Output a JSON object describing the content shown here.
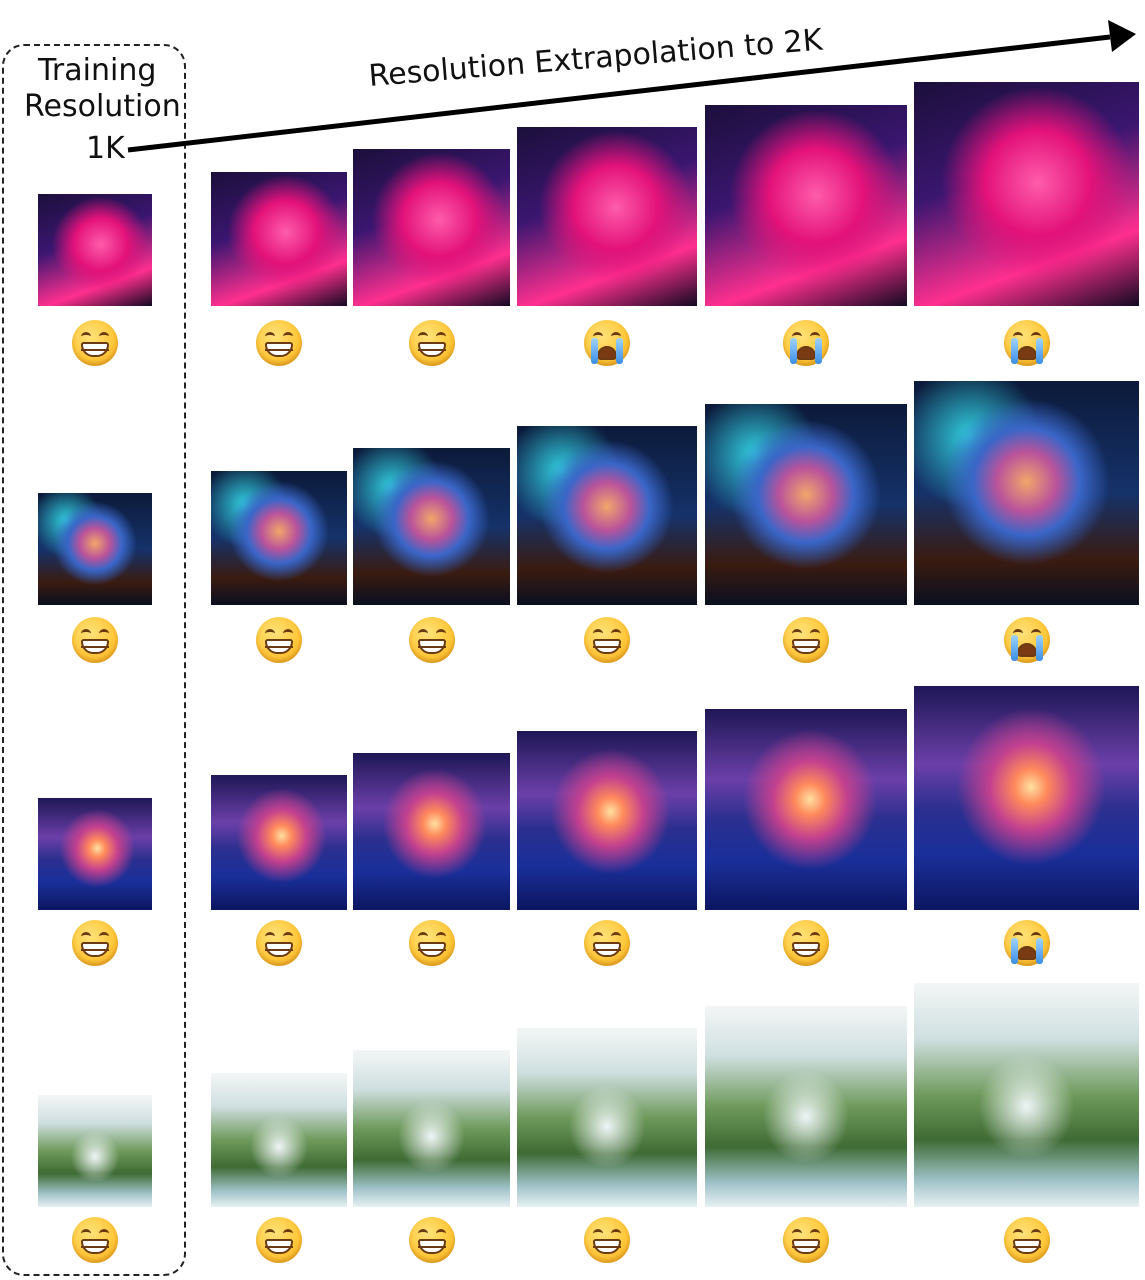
{
  "labels": {
    "training_line1": "Training",
    "training_line2": "Resolution",
    "training_line3": "1K",
    "extrapolation": "Resolution Extrapolation to 2K"
  },
  "icons": {
    "happy": "grinning-face-icon",
    "sad": "loudly-crying-face-icon"
  },
  "colors": {
    "text": "#111111",
    "emoji_fill": "#ffc93c",
    "tear": "#3a8ee6"
  },
  "rows": [
    {
      "theme": "girl",
      "emojis": [
        "happy",
        "happy",
        "happy",
        "sad",
        "sad",
        "sad"
      ]
    },
    {
      "theme": "owl",
      "emojis": [
        "happy",
        "happy",
        "happy",
        "happy",
        "happy",
        "sad"
      ]
    },
    {
      "theme": "sunset",
      "emojis": [
        "happy",
        "happy",
        "happy",
        "happy",
        "happy",
        "sad"
      ]
    },
    {
      "theme": "waterfall",
      "emojis": [
        "happy",
        "happy",
        "happy",
        "happy",
        "happy",
        "happy"
      ]
    }
  ]
}
